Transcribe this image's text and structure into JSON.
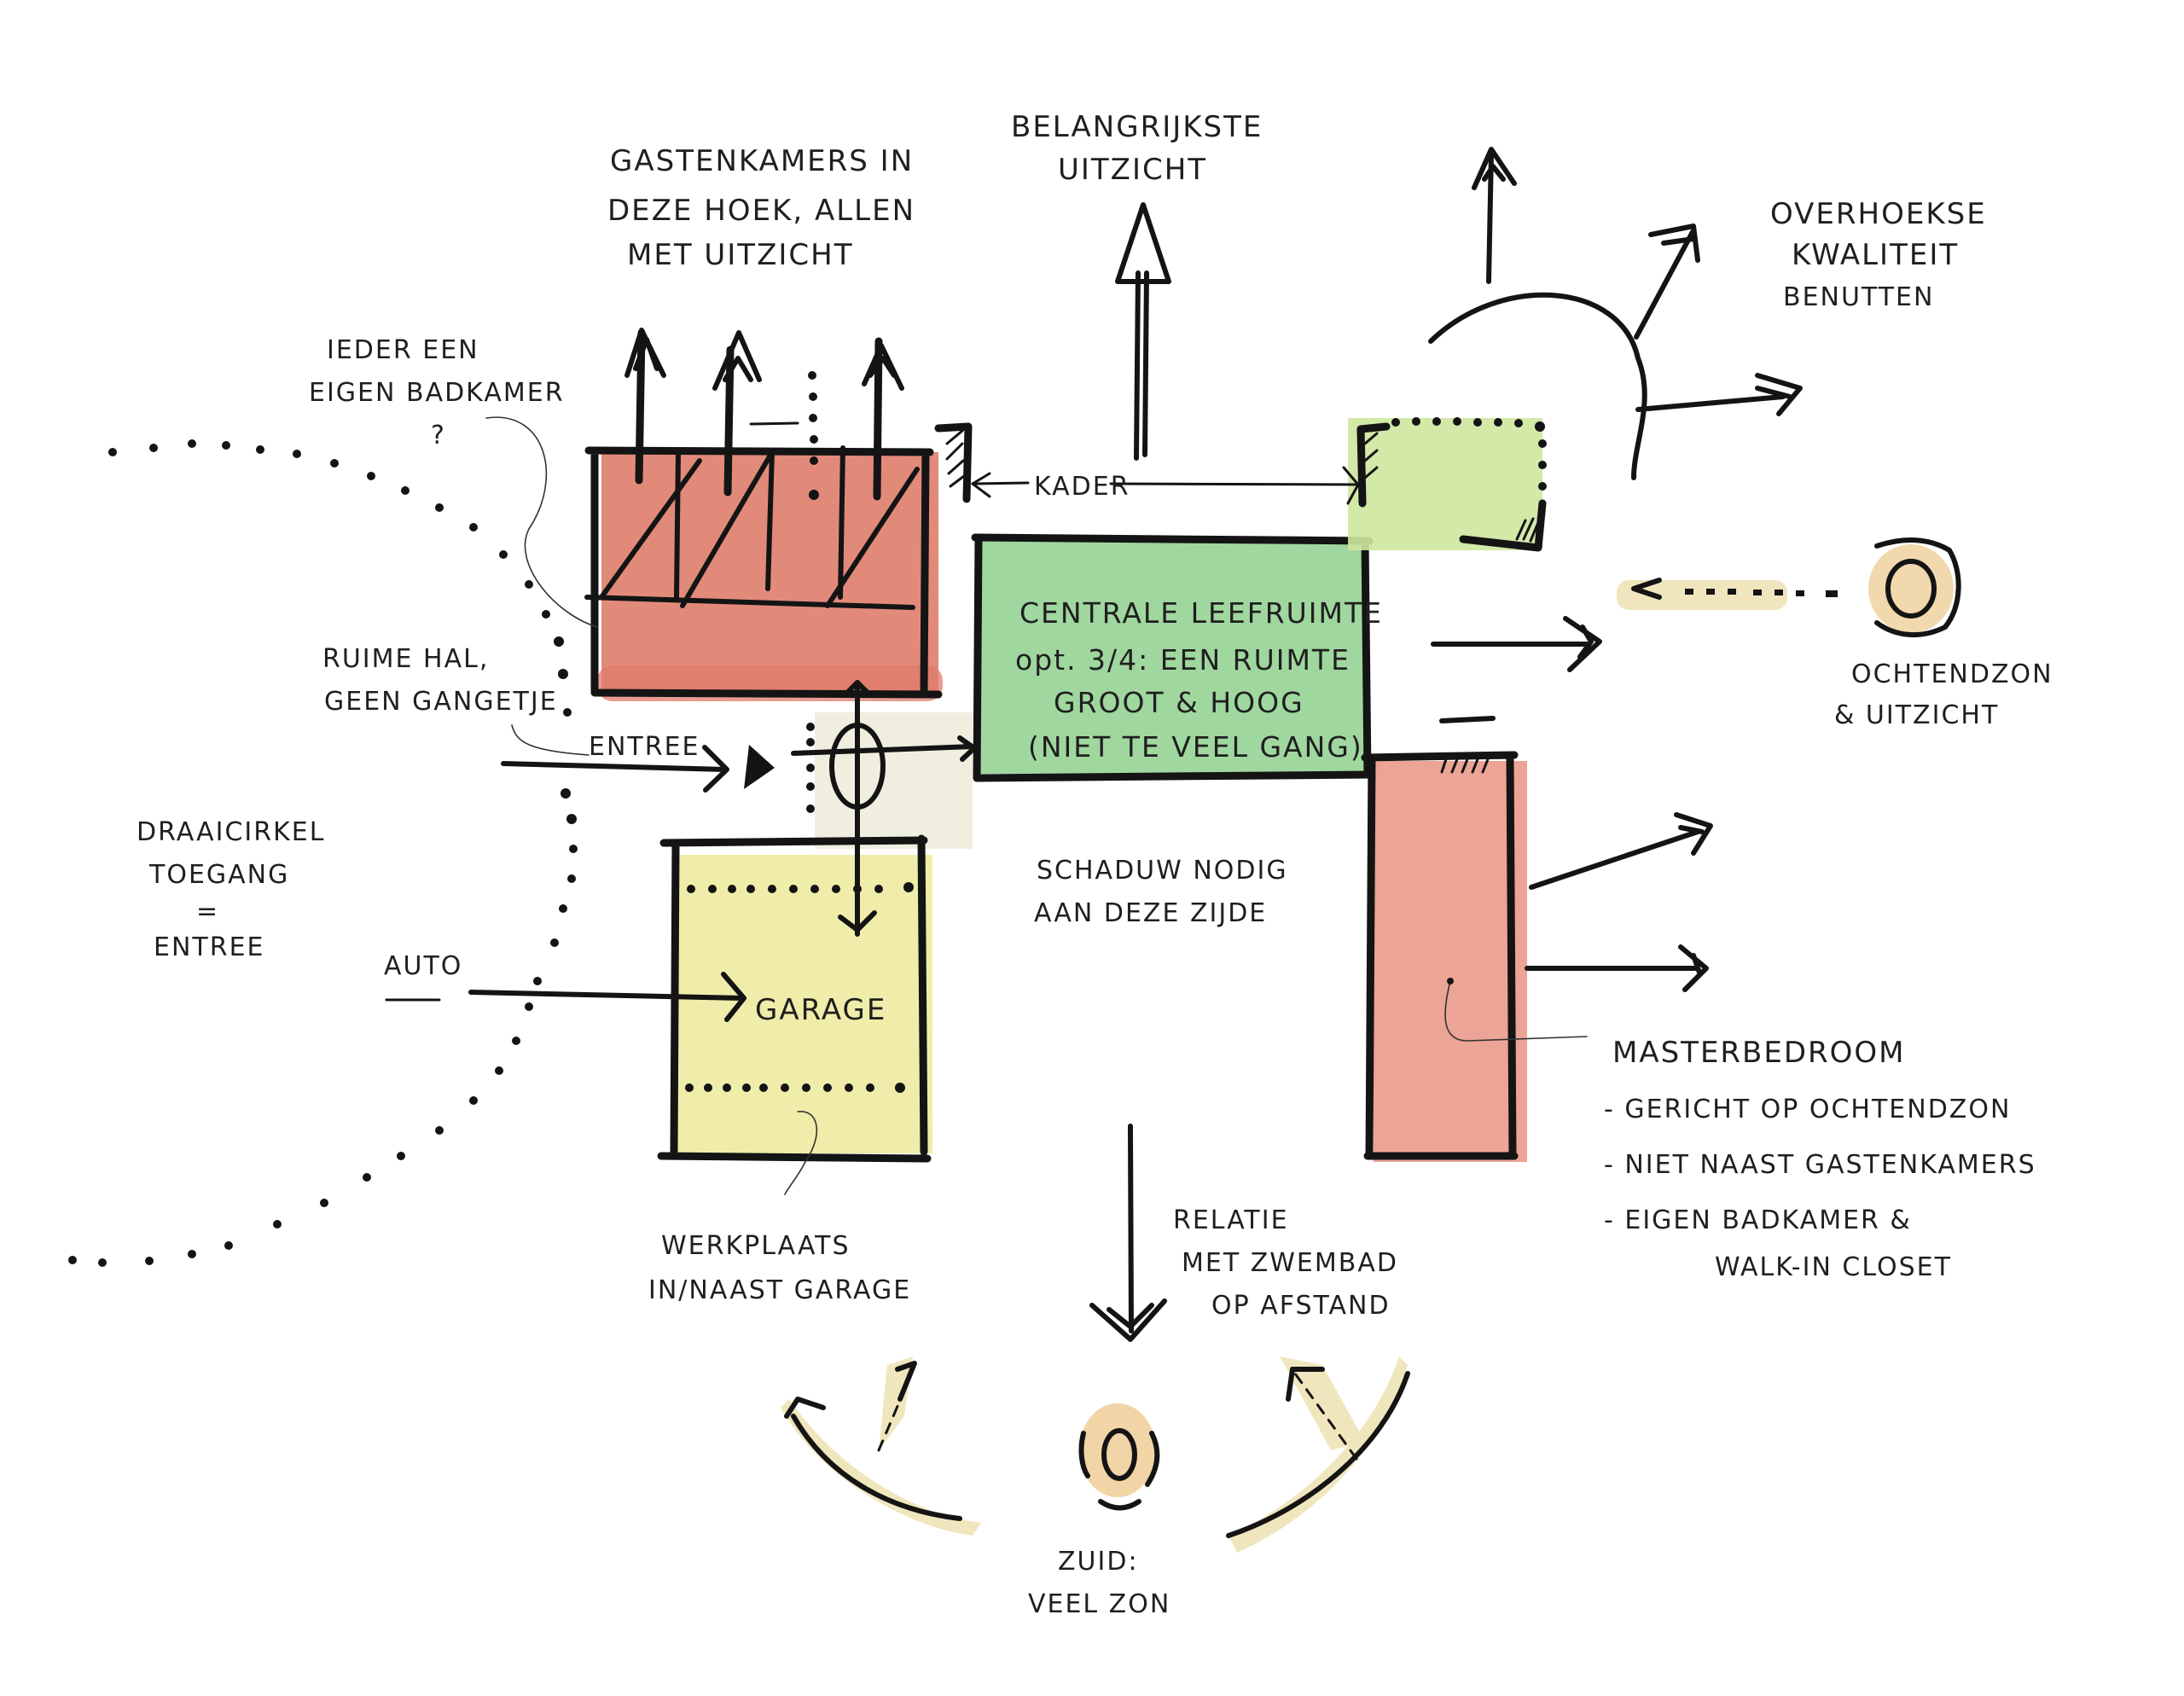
{
  "title": "Ontwerpschets woning - ruimtelijke relaties",
  "colors": {
    "red_block": "#de7a68",
    "red_block_light": "#e99a8a",
    "green_block": "#8fd08e",
    "lime_block": "#cde79e",
    "yellow_block": "#ecea9a",
    "sun_wash": "#f0e6bd",
    "sun_core": "#ecc78a",
    "hall_wash": "#ecebd7",
    "ink": "#141414"
  },
  "blocks": [
    {
      "id": "guest_rooms",
      "color": "red",
      "label": ""
    },
    {
      "id": "central_living",
      "color": "green",
      "label_lines": [
        "CENTRALE LEEFRUIMTE",
        "opt. 3/4: EEN RUIMTE",
        "GROOT & HOOG",
        "(NIET TE VEEL GANG)"
      ]
    },
    {
      "id": "corner_terrace",
      "color": "lime",
      "label": ""
    },
    {
      "id": "garage",
      "color": "yellow",
      "label": "GARAGE"
    },
    {
      "id": "master_bedroom",
      "color": "red",
      "label": ""
    }
  ],
  "annotations": {
    "guest_rooms": [
      "GASTENKAMERS IN",
      "DEZE HOEK, ALLEN",
      "MET UITZICHT"
    ],
    "bathroom": [
      "IEDER EEN",
      "EIGEN BADKAMER",
      "?"
    ],
    "main_view": [
      "BELANGRIJKSTE",
      "UITZICHT"
    ],
    "corner_quality": [
      "OVERHOEKSE",
      "KWALITEIT",
      "BENUTTEN"
    ],
    "frame": "KADER",
    "hall": [
      "RUIME HAL,",
      "GEEN GANGETJE"
    ],
    "entrance": "ENTREE",
    "turning_circle": [
      "DRAAICIRKEL",
      "TOEGANG",
      "=",
      "ENTREE"
    ],
    "car": "AUTO",
    "morning_sun": [
      "OCHTENDZON",
      "& UITZICHT"
    ],
    "shade": [
      "SCHADUW NODIG",
      "AAN DEZE ZIJDE"
    ],
    "master_bedroom": [
      "MASTERBEDROOM",
      "- GERICHT OP OCHTENDZON",
      "- NIET NAAST GASTENKAMERS",
      "- EIGEN BADKAMER &",
      "WALK-IN CLOSET"
    ],
    "workshop": [
      "WERKPLAATS",
      "IN/NAAST GARAGE"
    ],
    "pool": [
      "RELATIE",
      "MET ZWEMBAD",
      "OP AFSTAND"
    ],
    "south": [
      "ZUID:",
      "VEEL ZON"
    ]
  },
  "icons": [
    "sun-icon-east",
    "sun-icon-south",
    "view-arrow-icon",
    "entrance-triangle-icon",
    "hall-circle-icon"
  ]
}
